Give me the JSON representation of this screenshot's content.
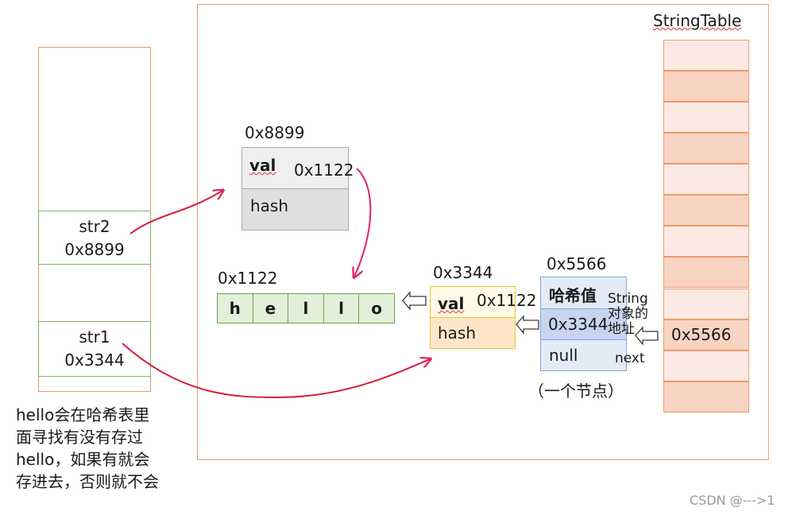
{
  "string_table": {
    "title": "StringTable",
    "entry": "0x5566"
  },
  "stack": {
    "str2": {
      "name": "str2",
      "addr": "0x8899"
    },
    "str1": {
      "name": "str1",
      "addr": "0x3344"
    }
  },
  "obj_8899": {
    "addr": "0x8899",
    "val_label": "val",
    "val": "0x1122",
    "hash_label": "hash"
  },
  "char_array": {
    "addr": "0x1122",
    "chars": [
      "h",
      "e",
      "l",
      "l",
      "o"
    ]
  },
  "obj_3344": {
    "addr": "0x3344",
    "val_label": "val",
    "val": "0x1122",
    "hash_label": "hash"
  },
  "hash_node": {
    "addr": "0x5566",
    "hash_label": "哈希值",
    "obj_ref": "0x3344",
    "next_value": "null",
    "note_line1": "String",
    "note_line2": "对象的",
    "note_line3": "地址",
    "next_label": "next",
    "caption": "（一个节点）"
  },
  "note": "hello会在哈希表里面寻找有没有存过hello，如果有就会存进去，否则就不会",
  "watermark": "CSDN @--->1",
  "colors": {
    "arrow": "#e0245e",
    "table_border": "#ec9a6e",
    "stack_border": "#e09a66"
  }
}
